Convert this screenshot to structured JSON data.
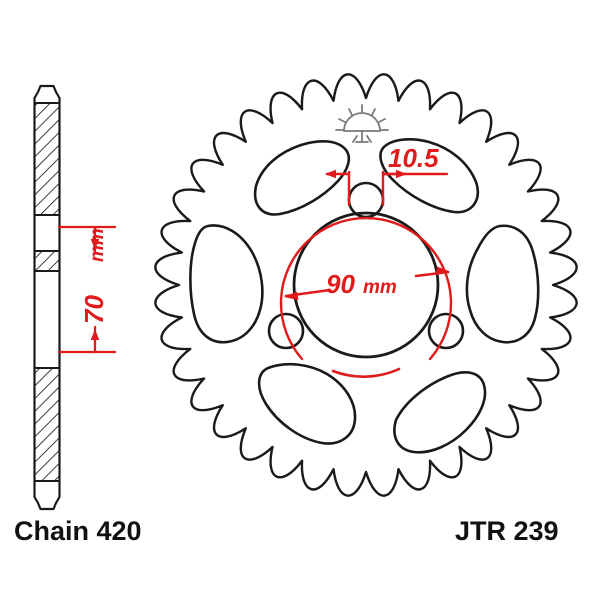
{
  "drawing": {
    "title": "Sprocket technical drawing",
    "part_number": "JTR 239",
    "chain_label": "Chain 420",
    "background_color": "#ffffff",
    "ink_color": "#1a1a1a",
    "dimension_color": "#e01b1b",
    "mark_color": "#7a7a7a"
  },
  "dimensions": {
    "bolt_circle": {
      "value": "90",
      "unit": "mm",
      "name": "bolt-circle-diameter"
    },
    "bolt_hole": {
      "value": "10.5",
      "name": "bolt-hole-diameter"
    },
    "inner_diameter": {
      "value": "70",
      "unit": "mm",
      "name": "center-bore-diameter"
    }
  },
  "views": {
    "side_profile": {
      "name": "side-section-view",
      "teeth_count": 36,
      "hatched_sections": 4
    },
    "face_view": {
      "name": "sprocket-face-view",
      "teeth_count": 36,
      "lightening_holes": 6,
      "mounting_holes": 4
    }
  },
  "marks": {
    "sunburst": "sunburst-mark"
  }
}
